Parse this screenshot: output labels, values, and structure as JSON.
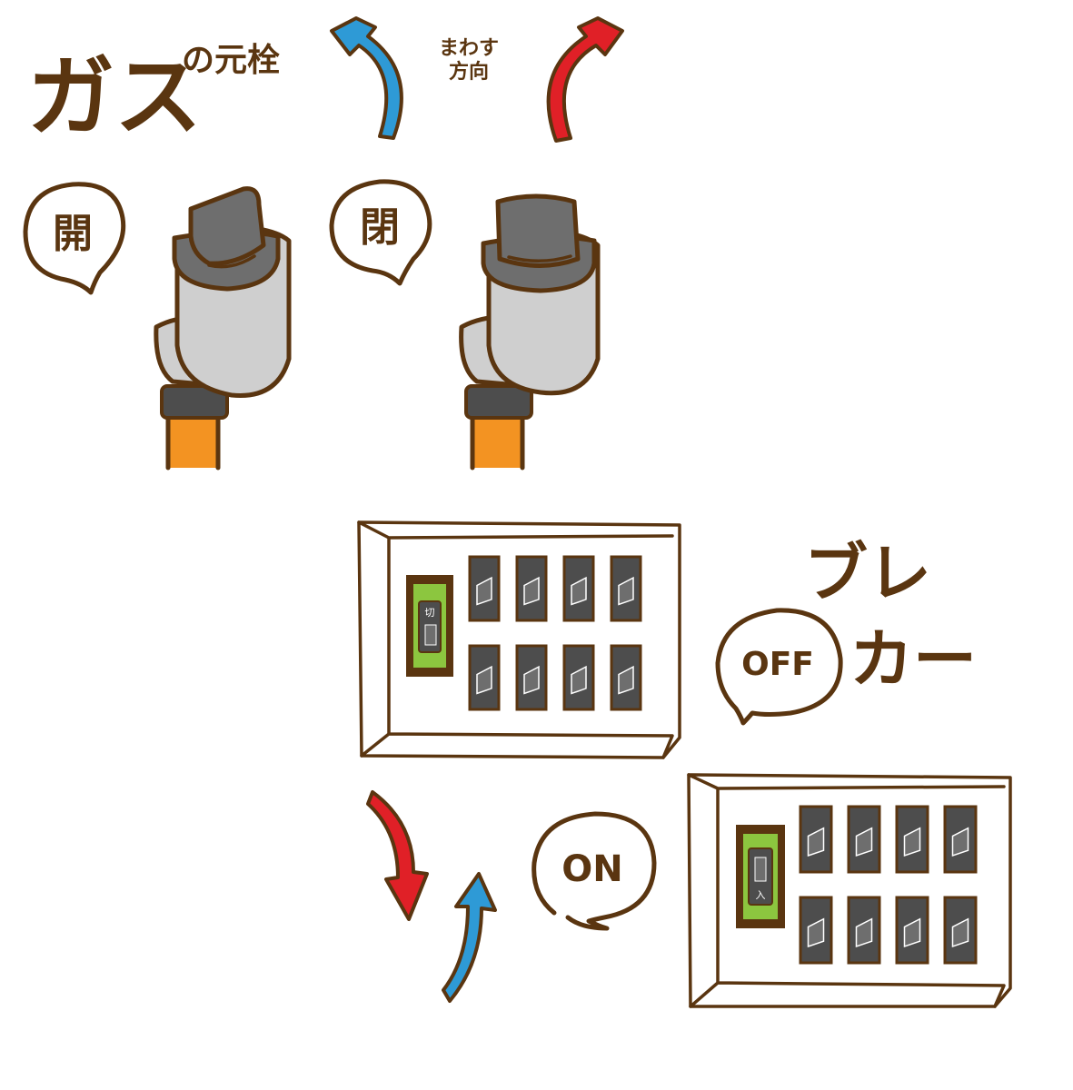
{
  "gas": {
    "title_main": "ガス",
    "title_sub": "の元栓",
    "direction_label_1": "まわす",
    "direction_label_2": "方向",
    "bubble_open": "開",
    "bubble_close": "閉"
  },
  "breaker": {
    "title_1": "ブレ",
    "title_2": "カー",
    "bubble_off": "OFF",
    "bubble_on": "ON",
    "switch_off_label": "切",
    "switch_on_label": "入"
  },
  "colors": {
    "outline": "#5a3510",
    "arrow_blue": "#2e9ad6",
    "arrow_red": "#e02027",
    "valve_gray": "#cfcfcf",
    "valve_dark": "#6e6e6e",
    "pipe_orange": "#f39322",
    "main_switch_green": "#8cc63f",
    "breaker_dark": "#4d4d4d"
  }
}
